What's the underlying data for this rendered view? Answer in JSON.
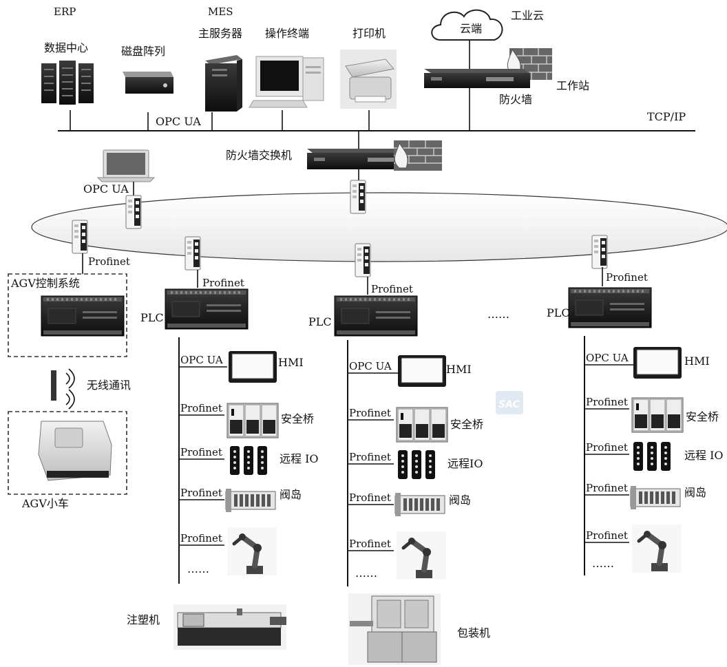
{
  "top": {
    "erp_label": "ERP",
    "mes_label": "MES",
    "data_center": "数据中心",
    "disk_array": "磁盘阵列",
    "main_server": "主服务器",
    "operator_terminal": "操作终端",
    "printer": "打印机",
    "cloud_text": "云端",
    "industrial_cloud": "工业云",
    "workstation": "工作站",
    "firewall": "防火墙",
    "opc_ua_bus": "OPC UA",
    "tcp_ip": "TCP/IP"
  },
  "middle": {
    "firewall_switch": "防火墙交换机",
    "laptop_opc_ua": "OPC UA"
  },
  "agv": {
    "control_system": "AGV控制系统",
    "profinet": "Profinet",
    "wireless": "无线通讯",
    "cart": "AGV小车"
  },
  "columns": [
    {
      "plc": "PLC",
      "profinet_up": "Profinet",
      "hmi_link": "OPC UA",
      "hmi": "HMI",
      "safety_link": "Profinet",
      "safety": "安全桥",
      "remote_io_link": "Profinet",
      "remote_io": "远程 IO",
      "valve_link": "Profinet",
      "valve": "阀岛",
      "robot_link": "Profinet",
      "more": "……",
      "machine": "注塑机"
    },
    {
      "plc": "PLC",
      "profinet_up": "Profinet",
      "hmi_link": "OPC UA",
      "hmi": "HMI",
      "safety_link": "Profinet",
      "safety": "安全桥",
      "remote_io_link": "Profinet",
      "remote_io": "远程IO",
      "valve_link": "Profinet",
      "valve": "阀岛",
      "robot_link": "Profinet",
      "more": "……",
      "machine": "包装机"
    },
    {
      "plc": "PLC",
      "profinet_up": "Profinet",
      "hmi_link": "OPC UA",
      "hmi": "HMI",
      "safety_link": "Profinet",
      "safety": "安全桥",
      "remote_io_link": "Profinet",
      "remote_io": "远程 IO",
      "valve_link": "Profinet",
      "valve": "阀岛",
      "robot_link": "Profinet",
      "more": "……"
    }
  ],
  "between_columns_more": "……",
  "watermark": "SAC"
}
